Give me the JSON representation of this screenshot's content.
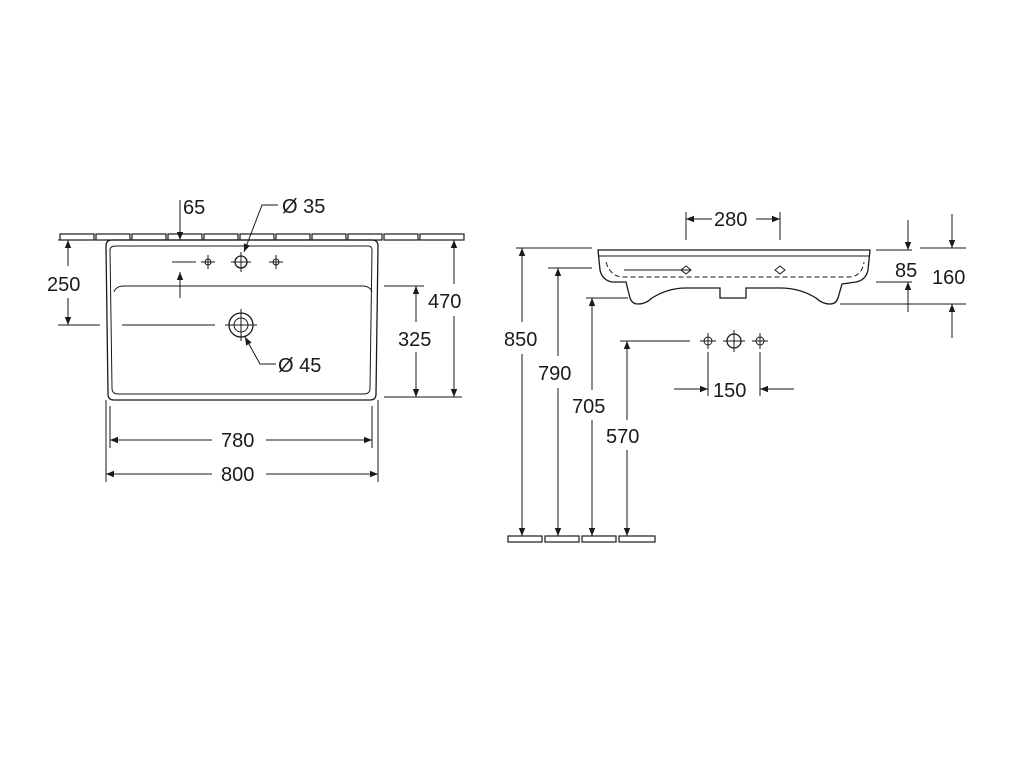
{
  "front_view": {
    "tap_hole_edge": "65",
    "tap_hole_dia": "Ø 35",
    "waste_dia": "Ø 45",
    "depth_to_bowl": "250",
    "overall_depth": "470",
    "bowl_depth": "325",
    "inner_width": "780",
    "overall_width": "800"
  },
  "side_view": {
    "hole_spacing_top": "280",
    "rim_thickness": "85",
    "overall_height": "160",
    "rim_height": "850",
    "top_height": "790",
    "bottom_height": "705",
    "tap_height": "570",
    "tap_spacing": "150"
  }
}
